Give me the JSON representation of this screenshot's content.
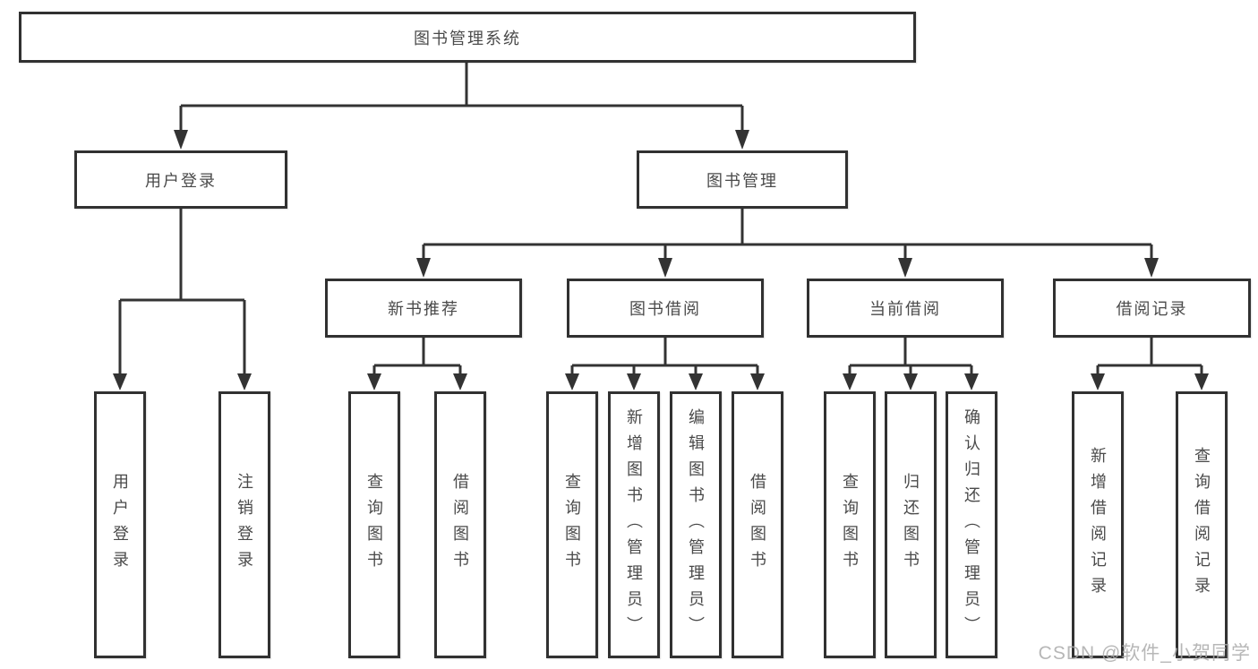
{
  "diagram": {
    "root": {
      "label": "图书管理系统"
    },
    "branches": [
      {
        "label": "用户登录",
        "children": [
          "用户登录",
          "注销登录"
        ]
      },
      {
        "label": "图书管理",
        "children": [
          {
            "label": "新书推荐",
            "children": [
              "查询图书",
              "借阅图书"
            ]
          },
          {
            "label": "图书借阅",
            "children": [
              "查询图书",
              "新增图书（管理员）",
              "编辑图书（管理员）",
              "借阅图书"
            ]
          },
          {
            "label": "当前借阅",
            "children": [
              "查询图书",
              "归还图书",
              "确认归还（管理员）"
            ]
          },
          {
            "label": "借阅记录",
            "children": [
              "新增借阅记录",
              "查询借阅记录"
            ]
          }
        ]
      }
    ]
  },
  "watermark": {
    "text": "CSDN @软件_小贺同学"
  },
  "colors": {
    "line": "#333333",
    "box_border": "#313131",
    "text": "#4a4a4a",
    "watermark": "#aaaaaa",
    "background": "#ffffff"
  }
}
